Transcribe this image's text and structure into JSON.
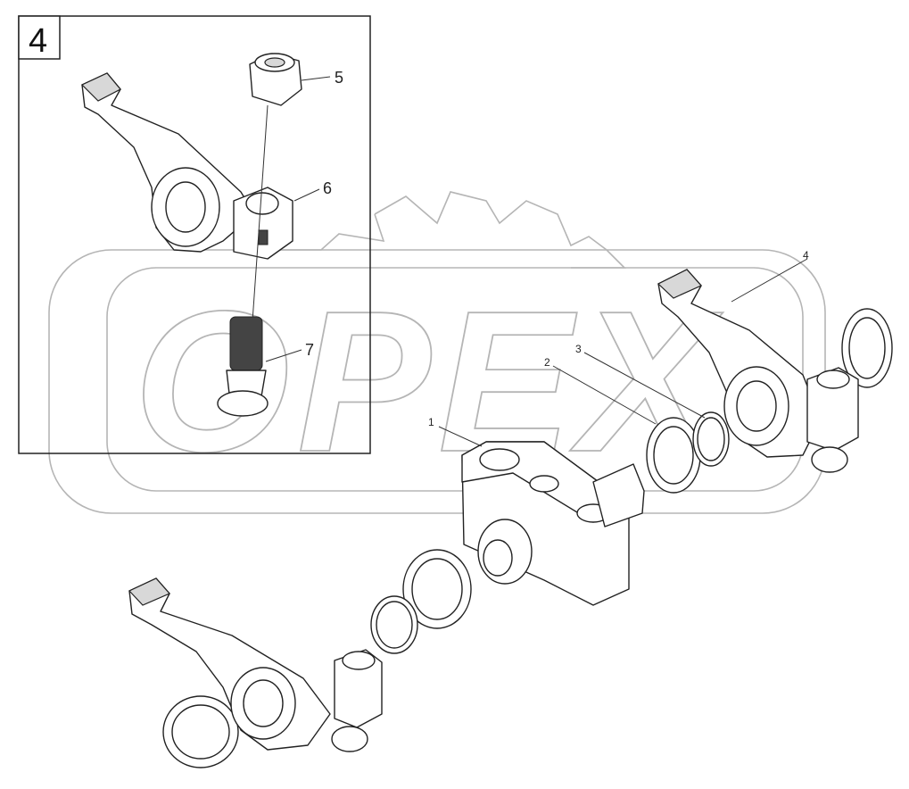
{
  "watermark": {
    "brand_text": "OPEX"
  },
  "inset": {
    "number": "4",
    "callouts": [
      "5",
      "6",
      "7"
    ]
  },
  "main": {
    "callouts": [
      "1",
      "2",
      "3",
      "4"
    ]
  },
  "colors": {
    "line": "#222222",
    "watermark": "#b5b5b5",
    "background": "#ffffff"
  },
  "icons": [
    "rocker-arm",
    "nut",
    "adjusting-screw",
    "rocker-shaft-bracket",
    "washer",
    "circlip"
  ]
}
